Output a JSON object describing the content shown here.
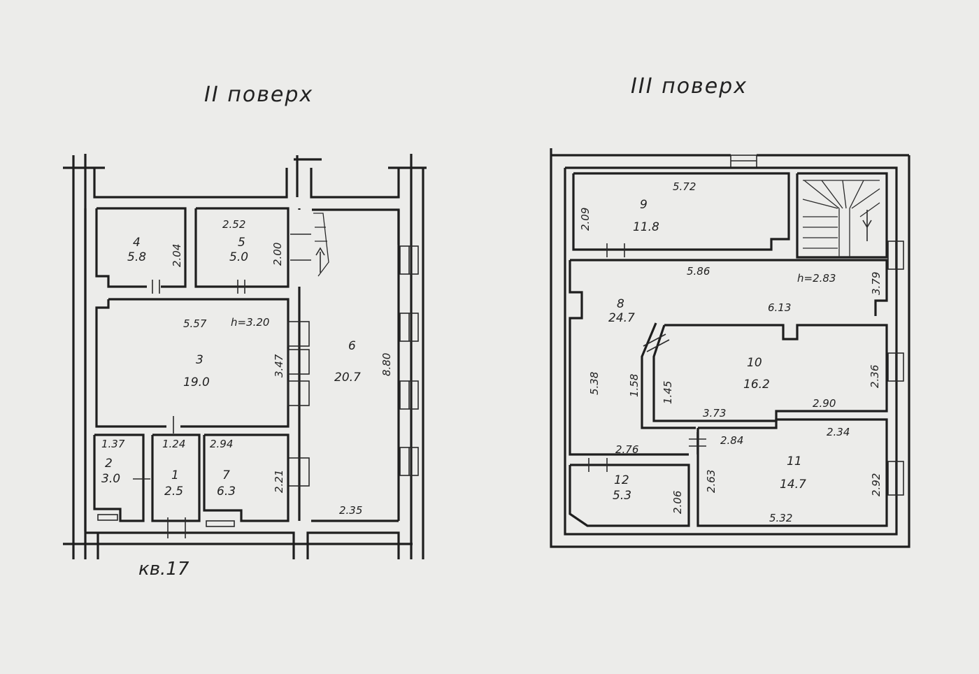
{
  "floors": [
    {
      "title": "ІІ поверх",
      "apartment_label": "кв.17",
      "height_note": "h=3.20",
      "rooms": [
        {
          "number": "1",
          "area": "2.5",
          "dims": [
            "1.24"
          ]
        },
        {
          "number": "2",
          "area": "3.0",
          "dims": [
            "1.37"
          ]
        },
        {
          "number": "3",
          "area": "19.0",
          "dims": [
            "5.57",
            "3.47"
          ]
        },
        {
          "number": "4",
          "area": "5.8",
          "dims": [
            "2.04"
          ]
        },
        {
          "number": "5",
          "area": "5.0",
          "dims": [
            "2.52",
            "2.00"
          ]
        },
        {
          "number": "6",
          "area": "20.7",
          "dims": [
            "8.80",
            "2.35"
          ]
        },
        {
          "number": "7",
          "area": "6.3",
          "dims": [
            "2.94",
            "2.21"
          ]
        }
      ]
    },
    {
      "title": "ІІІ поверх",
      "height_note": "h=2.83",
      "rooms": [
        {
          "number": "8",
          "area": "24.7",
          "dims": [
            "5.86",
            "5.38",
            "1.58",
            "3.79"
          ]
        },
        {
          "number": "9",
          "area": "11.8",
          "dims": [
            "5.72",
            "2.09"
          ]
        },
        {
          "number": "10",
          "area": "16.2",
          "dims": [
            "6.13",
            "1.45",
            "3.73",
            "2.90",
            "2.36"
          ]
        },
        {
          "number": "11",
          "area": "14.7",
          "dims": [
            "2.84",
            "2.34",
            "2.63",
            "2.92",
            "5.32"
          ]
        },
        {
          "number": "12",
          "area": "5.3",
          "dims": [
            "2.76",
            "2.06"
          ]
        }
      ]
    }
  ]
}
